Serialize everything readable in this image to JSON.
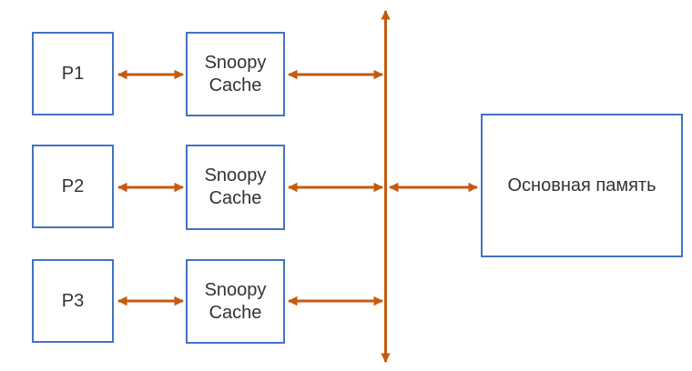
{
  "colors": {
    "box_border": "#4472C4",
    "connector": "#C55A11",
    "text": "#333333",
    "background": "#FFFFFF"
  },
  "boxes": {
    "p1": {
      "label": "P1"
    },
    "p2": {
      "label": "P2"
    },
    "p3": {
      "label": "P3"
    },
    "cache1": {
      "label": "Snoopy Cache"
    },
    "cache2": {
      "label": "Snoopy Cache"
    },
    "cache3": {
      "label": "Snoopy Cache"
    },
    "memory": {
      "label": "Основная память"
    }
  },
  "connectors": [
    {
      "name": "p1-cache1",
      "from": "P1",
      "to": "Snoopy Cache",
      "style": "double-arrow"
    },
    {
      "name": "cache1-bus",
      "from": "Snoopy Cache",
      "to": "bus",
      "style": "double-arrow"
    },
    {
      "name": "p2-cache2",
      "from": "P2",
      "to": "Snoopy Cache",
      "style": "double-arrow"
    },
    {
      "name": "cache2-bus",
      "from": "Snoopy Cache",
      "to": "bus",
      "style": "double-arrow"
    },
    {
      "name": "p3-cache3",
      "from": "P3",
      "to": "Snoopy Cache",
      "style": "double-arrow"
    },
    {
      "name": "cache3-bus",
      "from": "Snoopy Cache",
      "to": "bus",
      "style": "double-arrow"
    },
    {
      "name": "bus-memory",
      "from": "bus",
      "to": "Основная память",
      "style": "double-arrow"
    },
    {
      "name": "bus",
      "type": "vertical-bus",
      "style": "double-arrow-both-ends"
    }
  ]
}
